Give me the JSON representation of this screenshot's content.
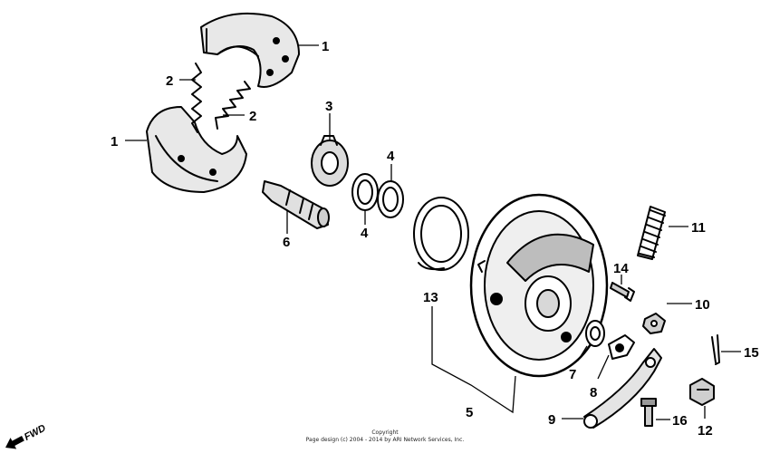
{
  "callouts": {
    "c1a": "1",
    "c1b": "1",
    "c2a": "2",
    "c2b": "2",
    "c3": "3",
    "c4a": "4",
    "c4b": "4",
    "c5": "5",
    "c6": "6",
    "c7": "7",
    "c8": "8",
    "c9": "9",
    "c10": "10",
    "c11": "11",
    "c12": "12",
    "c13": "13",
    "c14": "14",
    "c15": "15",
    "c16": "16"
  },
  "fwd_label": "FWD",
  "copyright": {
    "line1": "Copyright",
    "line2": "Page design (c) 2004 - 2014 by ARI Network Services, Inc."
  }
}
